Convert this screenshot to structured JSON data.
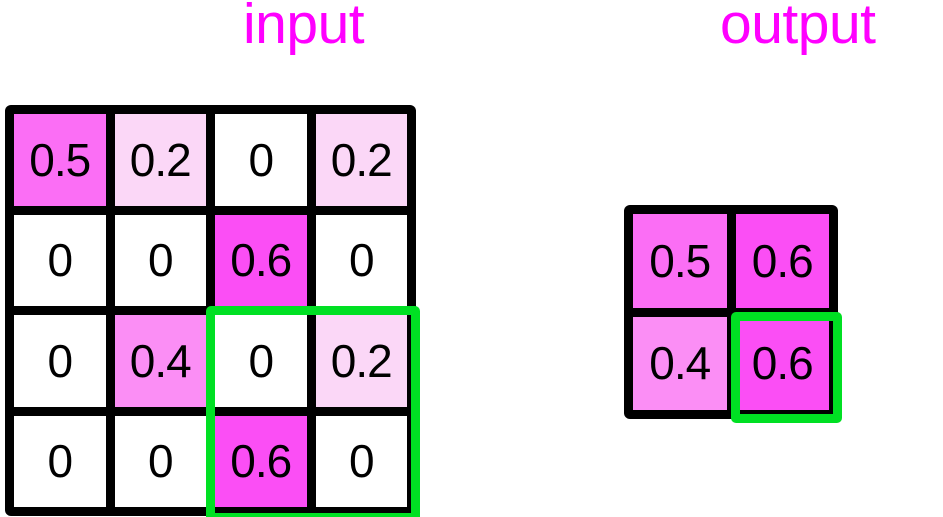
{
  "labels": {
    "input_title": "input",
    "output_title": "output"
  },
  "colors": {
    "title": "#ff00ff",
    "grid_border": "#000000",
    "selection": "#00e023",
    "value_0": "#ffffff",
    "value_02": "#fbd7f7",
    "value_04": "#fb8ef5",
    "value_05": "#fb6ef5",
    "value_06": "#fb4ef5"
  },
  "chart_data": {
    "type": "heatmap",
    "title": "",
    "grid": true,
    "legend_position": "none",
    "panels": [
      {
        "name": "input",
        "label": "input",
        "rows": 4,
        "cols": 4,
        "values": [
          [
            0.5,
            0.2,
            0,
            0.2
          ],
          [
            0,
            0,
            0.6,
            0
          ],
          [
            0,
            0.4,
            0,
            0.2
          ],
          [
            0,
            0,
            0.6,
            0
          ]
        ],
        "cell_labels": [
          [
            "0.5",
            "0.2",
            "0",
            "0.2"
          ],
          [
            "0",
            "0",
            "0.6",
            "0"
          ],
          [
            "0",
            "0.4",
            "0",
            "0.2"
          ],
          [
            "0",
            "0",
            "0.6",
            "0"
          ]
        ],
        "highlight_region": {
          "row_start": 2,
          "row_end": 3,
          "col_start": 2,
          "col_end": 3
        }
      },
      {
        "name": "output",
        "label": "output",
        "rows": 2,
        "cols": 2,
        "values": [
          [
            0.5,
            0.6
          ],
          [
            0.4,
            0.6
          ]
        ],
        "cell_labels": [
          [
            "0.5",
            "0.6"
          ],
          [
            "0.4",
            "0.6"
          ]
        ],
        "highlight_region": {
          "row_start": 1,
          "row_end": 1,
          "col_start": 1,
          "col_end": 1
        }
      }
    ],
    "colorscale": [
      {
        "value": 0,
        "color": "#ffffff"
      },
      {
        "value": 0.2,
        "color": "#fbd7f7"
      },
      {
        "value": 0.4,
        "color": "#fb8ef5"
      },
      {
        "value": 0.5,
        "color": "#fb6ef5"
      },
      {
        "value": 0.6,
        "color": "#fb4ef5"
      }
    ]
  },
  "input_cells": [
    {
      "text": "0.5",
      "color": "#fb6ef5"
    },
    {
      "text": "0.2",
      "color": "#fbd7f7"
    },
    {
      "text": "0",
      "color": "#ffffff"
    },
    {
      "text": "0.2",
      "color": "#fbd7f7"
    },
    {
      "text": "0",
      "color": "#ffffff"
    },
    {
      "text": "0",
      "color": "#ffffff"
    },
    {
      "text": "0.6",
      "color": "#fb4ef5"
    },
    {
      "text": "0",
      "color": "#ffffff"
    },
    {
      "text": "0",
      "color": "#ffffff"
    },
    {
      "text": "0.4",
      "color": "#fb8ef5"
    },
    {
      "text": "0",
      "color": "#ffffff"
    },
    {
      "text": "0.2",
      "color": "#fbd7f7"
    },
    {
      "text": "0",
      "color": "#ffffff"
    },
    {
      "text": "0",
      "color": "#ffffff"
    },
    {
      "text": "0.6",
      "color": "#fb4ef5"
    },
    {
      "text": "0",
      "color": "#ffffff"
    }
  ],
  "output_cells": [
    {
      "text": "0.5",
      "color": "#fb6ef5"
    },
    {
      "text": "0.6",
      "color": "#fb4ef5"
    },
    {
      "text": "0.4",
      "color": "#fb8ef5"
    },
    {
      "text": "0.6",
      "color": "#fb4ef5"
    }
  ]
}
